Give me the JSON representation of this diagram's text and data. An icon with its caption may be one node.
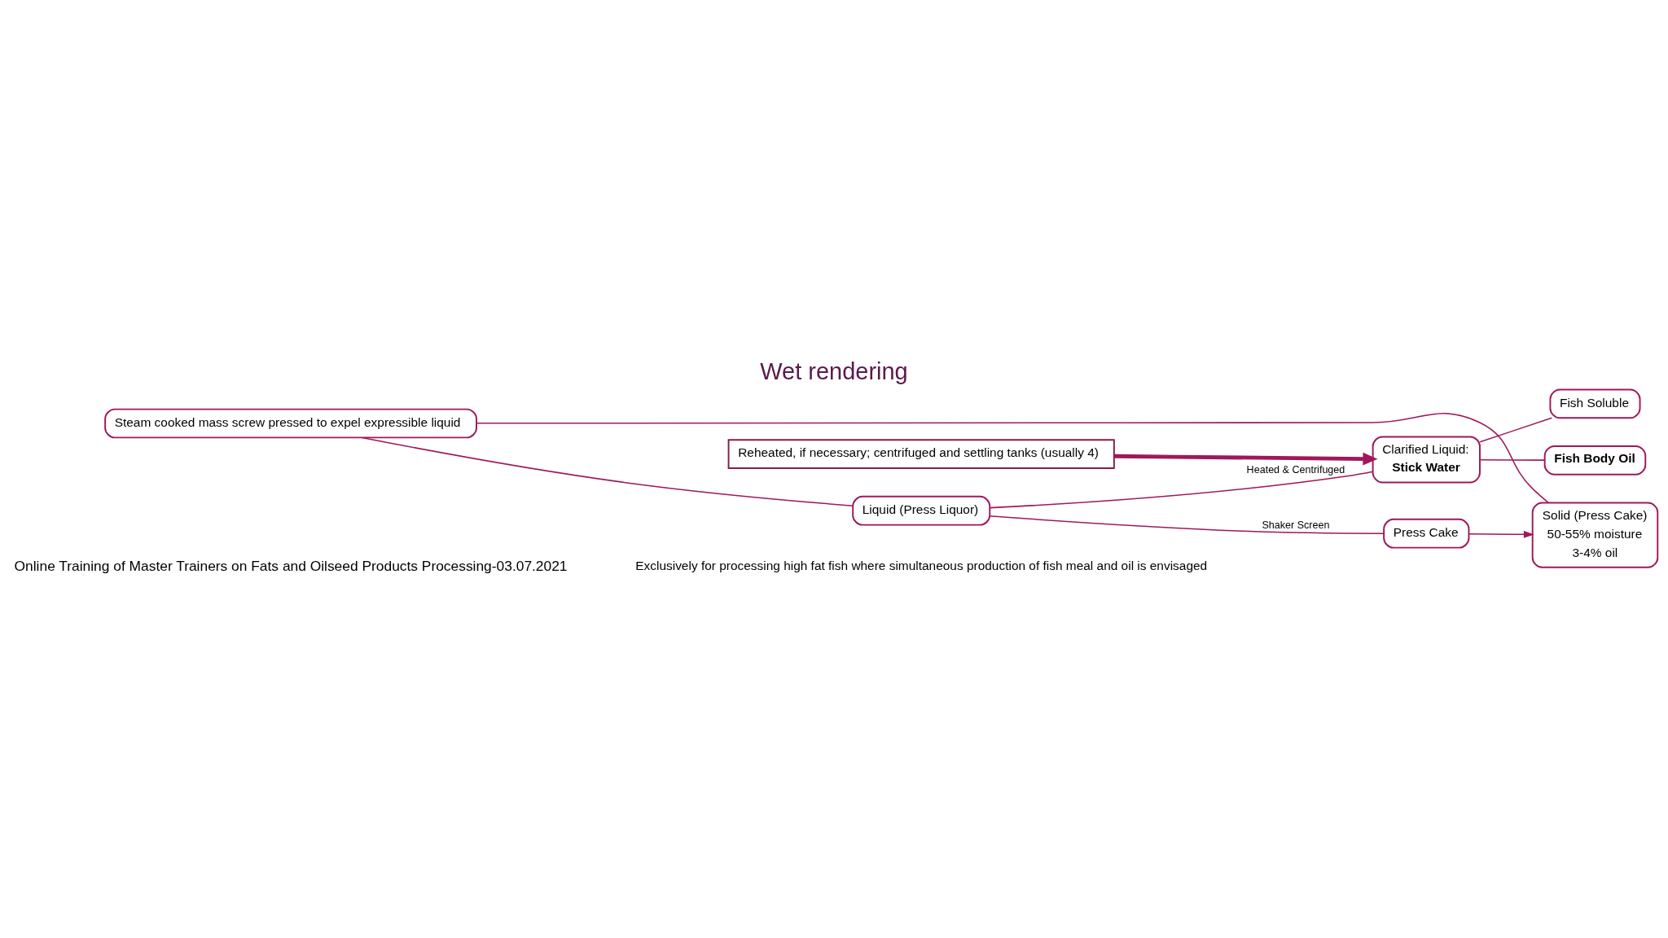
{
  "diagram": {
    "title": "Wet rendering",
    "nodes": [
      {
        "text": [
          "Steam cooked mass screw pressed to expel expressible liquid"
        ]
      },
      {
        "text": [
          "Liquid (Press Liquor)"
        ]
      },
      {
        "text": [
          "Solid (Press Cake)",
          "50-55% moisture",
          "3-4% oil"
        ]
      },
      {
        "text": [
          "Clarified Liquid:",
          "Stick Water"
        ]
      },
      {
        "text": [
          "Press Cake"
        ]
      },
      {
        "text": [
          "Fish Body Oil"
        ]
      },
      {
        "text": [
          "Fish Soluble"
        ]
      },
      {
        "text": [
          "Reheated, if necessary; centrifuged and settling tanks (usually 4)"
        ]
      }
    ],
    "edges": [
      {
        "from": 0,
        "to": 1,
        "arrow": "none"
      },
      {
        "from": 0,
        "to": 2,
        "arrow": "none"
      },
      {
        "from": 1,
        "to": 3,
        "arrow": "none",
        "label": "Heated & Centrifuged"
      },
      {
        "from": 1,
        "to": 4,
        "arrow": "none",
        "label": "Shaker Screen"
      },
      {
        "from": 4,
        "to": 2,
        "arrow": "to"
      },
      {
        "from": 3,
        "to": 5,
        "arrow": "none"
      },
      {
        "from": 3,
        "to": 6,
        "arrow": "none"
      },
      {
        "from": 7,
        "to": 3,
        "arrow": "to",
        "style": "thick"
      }
    ],
    "labels": [
      "Online Training of Master Trainers on Fats and Oilseed Products Processing-03.07.2021",
      "Exclusively for processing high fat fish where simultaneous production of fish meal and oil is envisaged"
    ]
  }
}
